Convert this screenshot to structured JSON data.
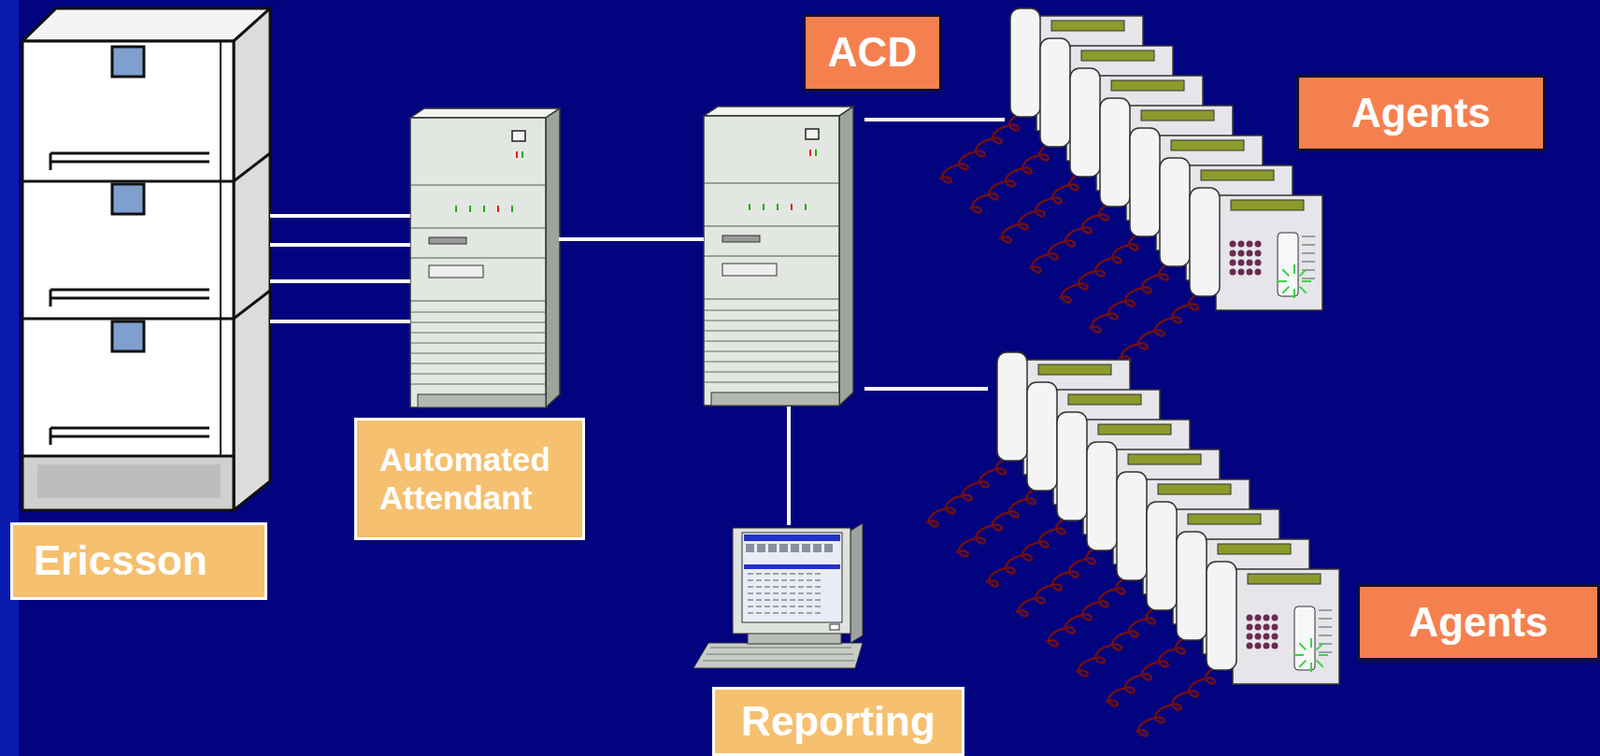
{
  "diagram": {
    "nodes": [
      {
        "text": [
          "Ericsson"
        ]
      },
      {
        "text": [
          "Automated Attendant"
        ]
      },
      {
        "text": [
          "ACD"
        ]
      },
      {
        "text": [
          "Agents"
        ]
      },
      {
        "text": [
          "Agents"
        ]
      },
      {
        "text": [
          "Reporting"
        ]
      }
    ],
    "edges": [
      {
        "from": 0,
        "to": 1,
        "arrow": "none"
      },
      {
        "from": 1,
        "to": 2,
        "arrow": "none"
      },
      {
        "from": 2,
        "to": 3,
        "arrow": "none"
      },
      {
        "from": 2,
        "to": 4,
        "arrow": "none"
      },
      {
        "from": 2,
        "to": 5,
        "arrow": "none"
      }
    ]
  }
}
